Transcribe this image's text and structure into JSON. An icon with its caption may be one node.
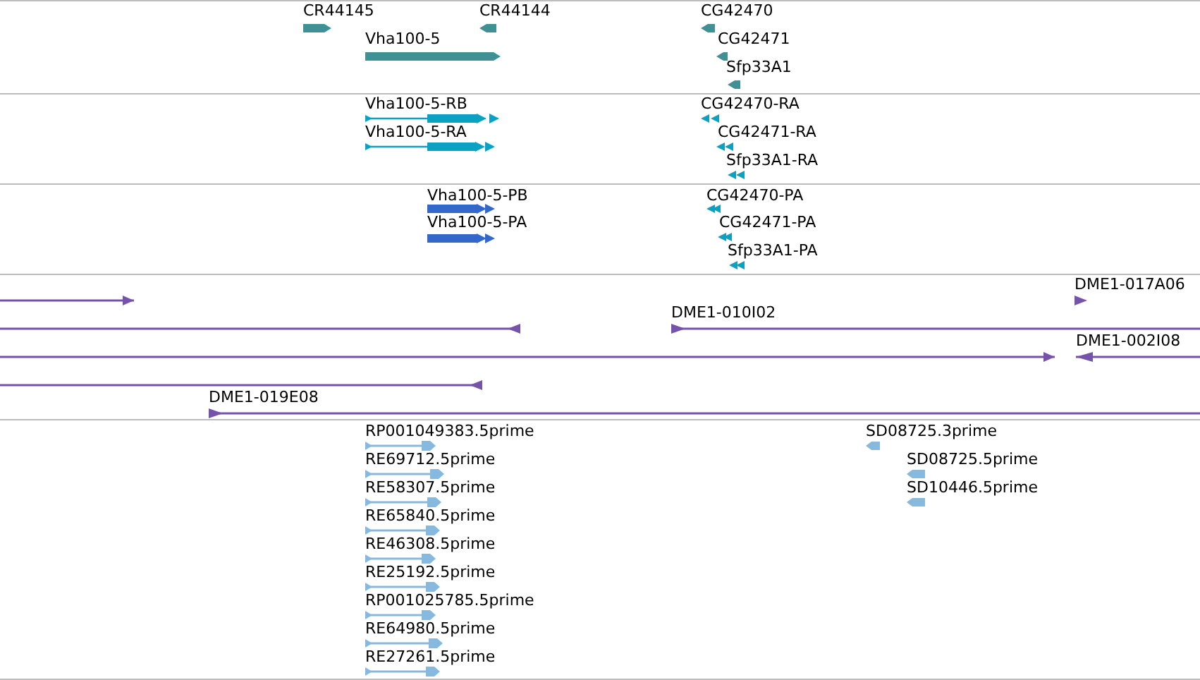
{
  "diagram": {
    "nodes": [
      {
        "text": [
          "CR44145"
        ]
      },
      {
        "text": [
          "CR44144"
        ]
      },
      {
        "text": [
          "CG42470"
        ]
      },
      {
        "text": [
          "Vha100-5"
        ]
      },
      {
        "text": [
          "CG42471"
        ]
      },
      {
        "text": [
          "Sfp33A1"
        ]
      },
      {
        "text": [
          "Vha100-5-RB"
        ]
      },
      {
        "text": [
          "CG42470-RA"
        ]
      },
      {
        "text": [
          "Vha100-5-RA"
        ]
      },
      {
        "text": [
          "CG42471-RA"
        ]
      },
      {
        "text": [
          "Sfp33A1-RA"
        ]
      },
      {
        "text": [
          "Vha100-5-PB"
        ]
      },
      {
        "text": [
          "CG42470-PA"
        ]
      },
      {
        "text": [
          "Vha100-5-PA"
        ]
      },
      {
        "text": [
          "CG42471-PA"
        ]
      },
      {
        "text": [
          "Sfp33A1-PA"
        ]
      },
      {
        "text": [],
        "shape": "arrow"
      },
      {
        "text": [
          "DME1-017A06"
        ]
      },
      {
        "text": [],
        "shape": "arrow"
      },
      {
        "text": [
          "DME1-010I02"
        ]
      },
      {
        "text": [],
        "shape": "arrow"
      },
      {
        "text": [
          "DME1-002I08"
        ]
      },
      {
        "text": [],
        "shape": "arrow"
      },
      {
        "text": [
          "DME1-019E08"
        ]
      },
      {
        "text": [
          "RP001049383.5prime"
        ]
      },
      {
        "text": [
          "SD08725.3prime"
        ]
      },
      {
        "text": [
          "RE69712.5prime"
        ]
      },
      {
        "text": [
          "SD08725.5prime"
        ]
      },
      {
        "text": [
          "RE58307.5prime"
        ]
      },
      {
        "text": [
          "SD10446.5prime"
        ]
      },
      {
        "text": [
          "RE65840.5prime"
        ]
      },
      {
        "text": [
          "RE46308.5prime"
        ]
      },
      {
        "text": [
          "RE25192.5prime"
        ]
      },
      {
        "text": [
          "RP001025785.5prime"
        ]
      },
      {
        "text": [
          "RE64980.5prime"
        ]
      },
      {
        "text": [
          "RE27261.5prime"
        ]
      }
    ]
  }
}
